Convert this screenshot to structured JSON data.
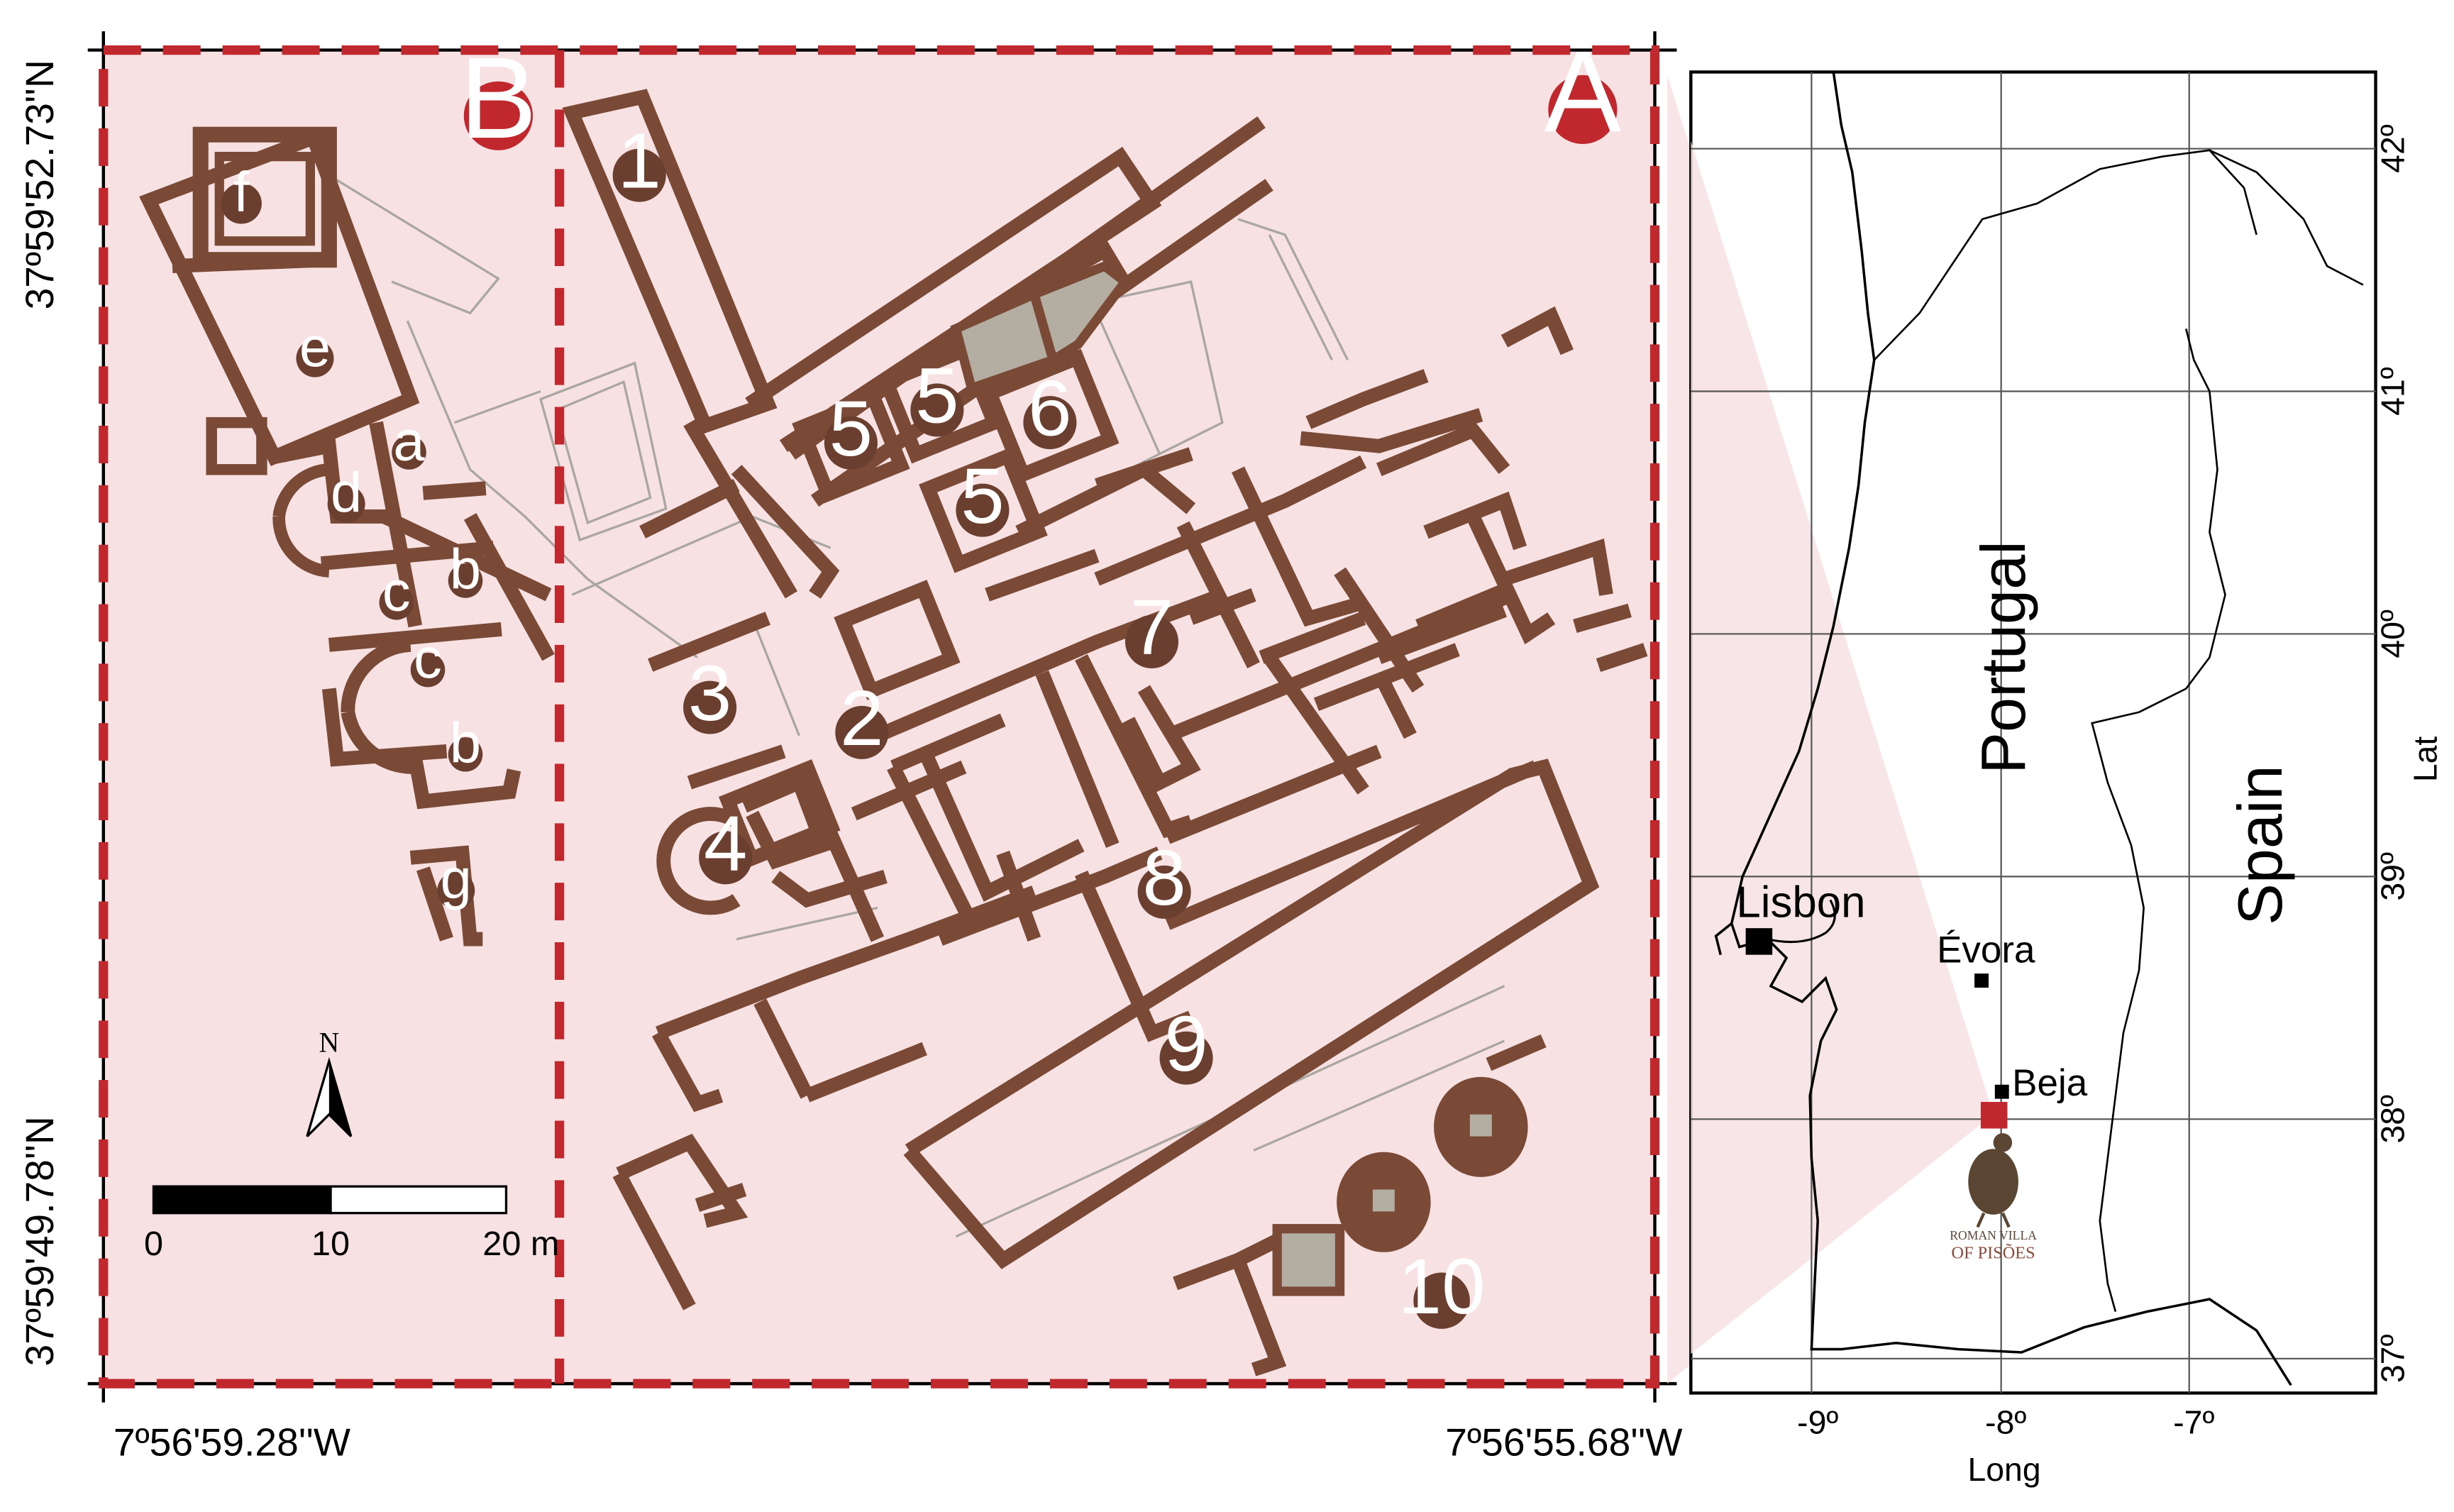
{
  "site_plan": {
    "panel_labels": {
      "a": "A",
      "b": "B"
    },
    "coordinates": {
      "lat_top": "37º59'52.73''N",
      "lat_bottom": "37º59'49.78''N",
      "lon_left": "7º56'59.28''W",
      "lon_right": "7º56'55.68''W"
    },
    "rooms": [
      "1",
      "2",
      "3",
      "4",
      "5",
      "5",
      "5",
      "6",
      "7",
      "8",
      "9",
      "10"
    ],
    "letters": [
      "a",
      "b",
      "b",
      "c",
      "c",
      "d",
      "e",
      "f",
      "g"
    ],
    "north_label": "N",
    "scale_bar": {
      "labels": [
        "0",
        "10",
        "20 m"
      ]
    },
    "colors": {
      "wall": "#7a4a37",
      "panel_fill": "#f7e1e3",
      "dashed_frame": "#c0282e",
      "gray_room": "#b3aea1",
      "badge": "#6b3f30",
      "label_badge": "#c0282e"
    }
  },
  "locator_map": {
    "lat_ticks": [
      "37º",
      "38º",
      "39º",
      "40º",
      "41º",
      "42º"
    ],
    "lon_ticks": [
      "-9º",
      "-8º",
      "-7º"
    ],
    "axis_lat_label": "Lat",
    "axis_long_label": "Long",
    "countries": {
      "portugal": "Portugal",
      "spain": "Spain"
    },
    "cities": {
      "lisbon": "Lisbon",
      "evora": "Évora",
      "beja": "Beja"
    },
    "site_marker_color": "#c0282e",
    "logo": {
      "line1": "ROMAN VILLA",
      "line2": "OF PISÕES"
    }
  }
}
